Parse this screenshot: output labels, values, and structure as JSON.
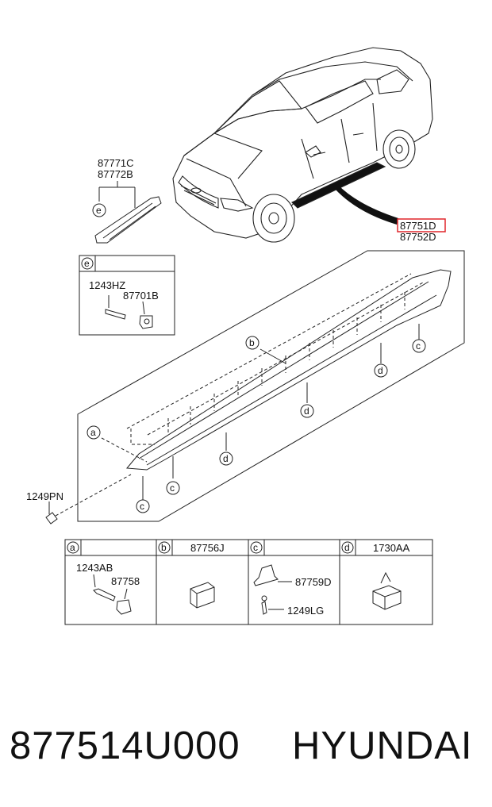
{
  "callouts": {
    "car_part_a": "87771C",
    "car_part_b": "87772B",
    "highlight_part": "87751D",
    "second_part": "87752D"
  },
  "legend_e": {
    "letter": "e",
    "screw": "1243HZ",
    "clip": "87701B"
  },
  "main": {
    "screw": "1249PN",
    "letters": {
      "a": "a",
      "b": "b",
      "c": "c",
      "d": "d"
    }
  },
  "bottom_legend": [
    {
      "letter": "a",
      "title": "",
      "parts": [
        "1243AB",
        "87758"
      ]
    },
    {
      "letter": "b",
      "title": "87756J",
      "parts": []
    },
    {
      "letter": "c",
      "title": "",
      "parts": [
        "87759D",
        "1249LG"
      ]
    },
    {
      "letter": "d",
      "title": "1730AA",
      "parts": []
    }
  ],
  "caption": {
    "part_number": "877514U000",
    "brand": "HYUNDAI"
  },
  "colors": {
    "highlight": "#e0262b",
    "line": "#222222"
  }
}
